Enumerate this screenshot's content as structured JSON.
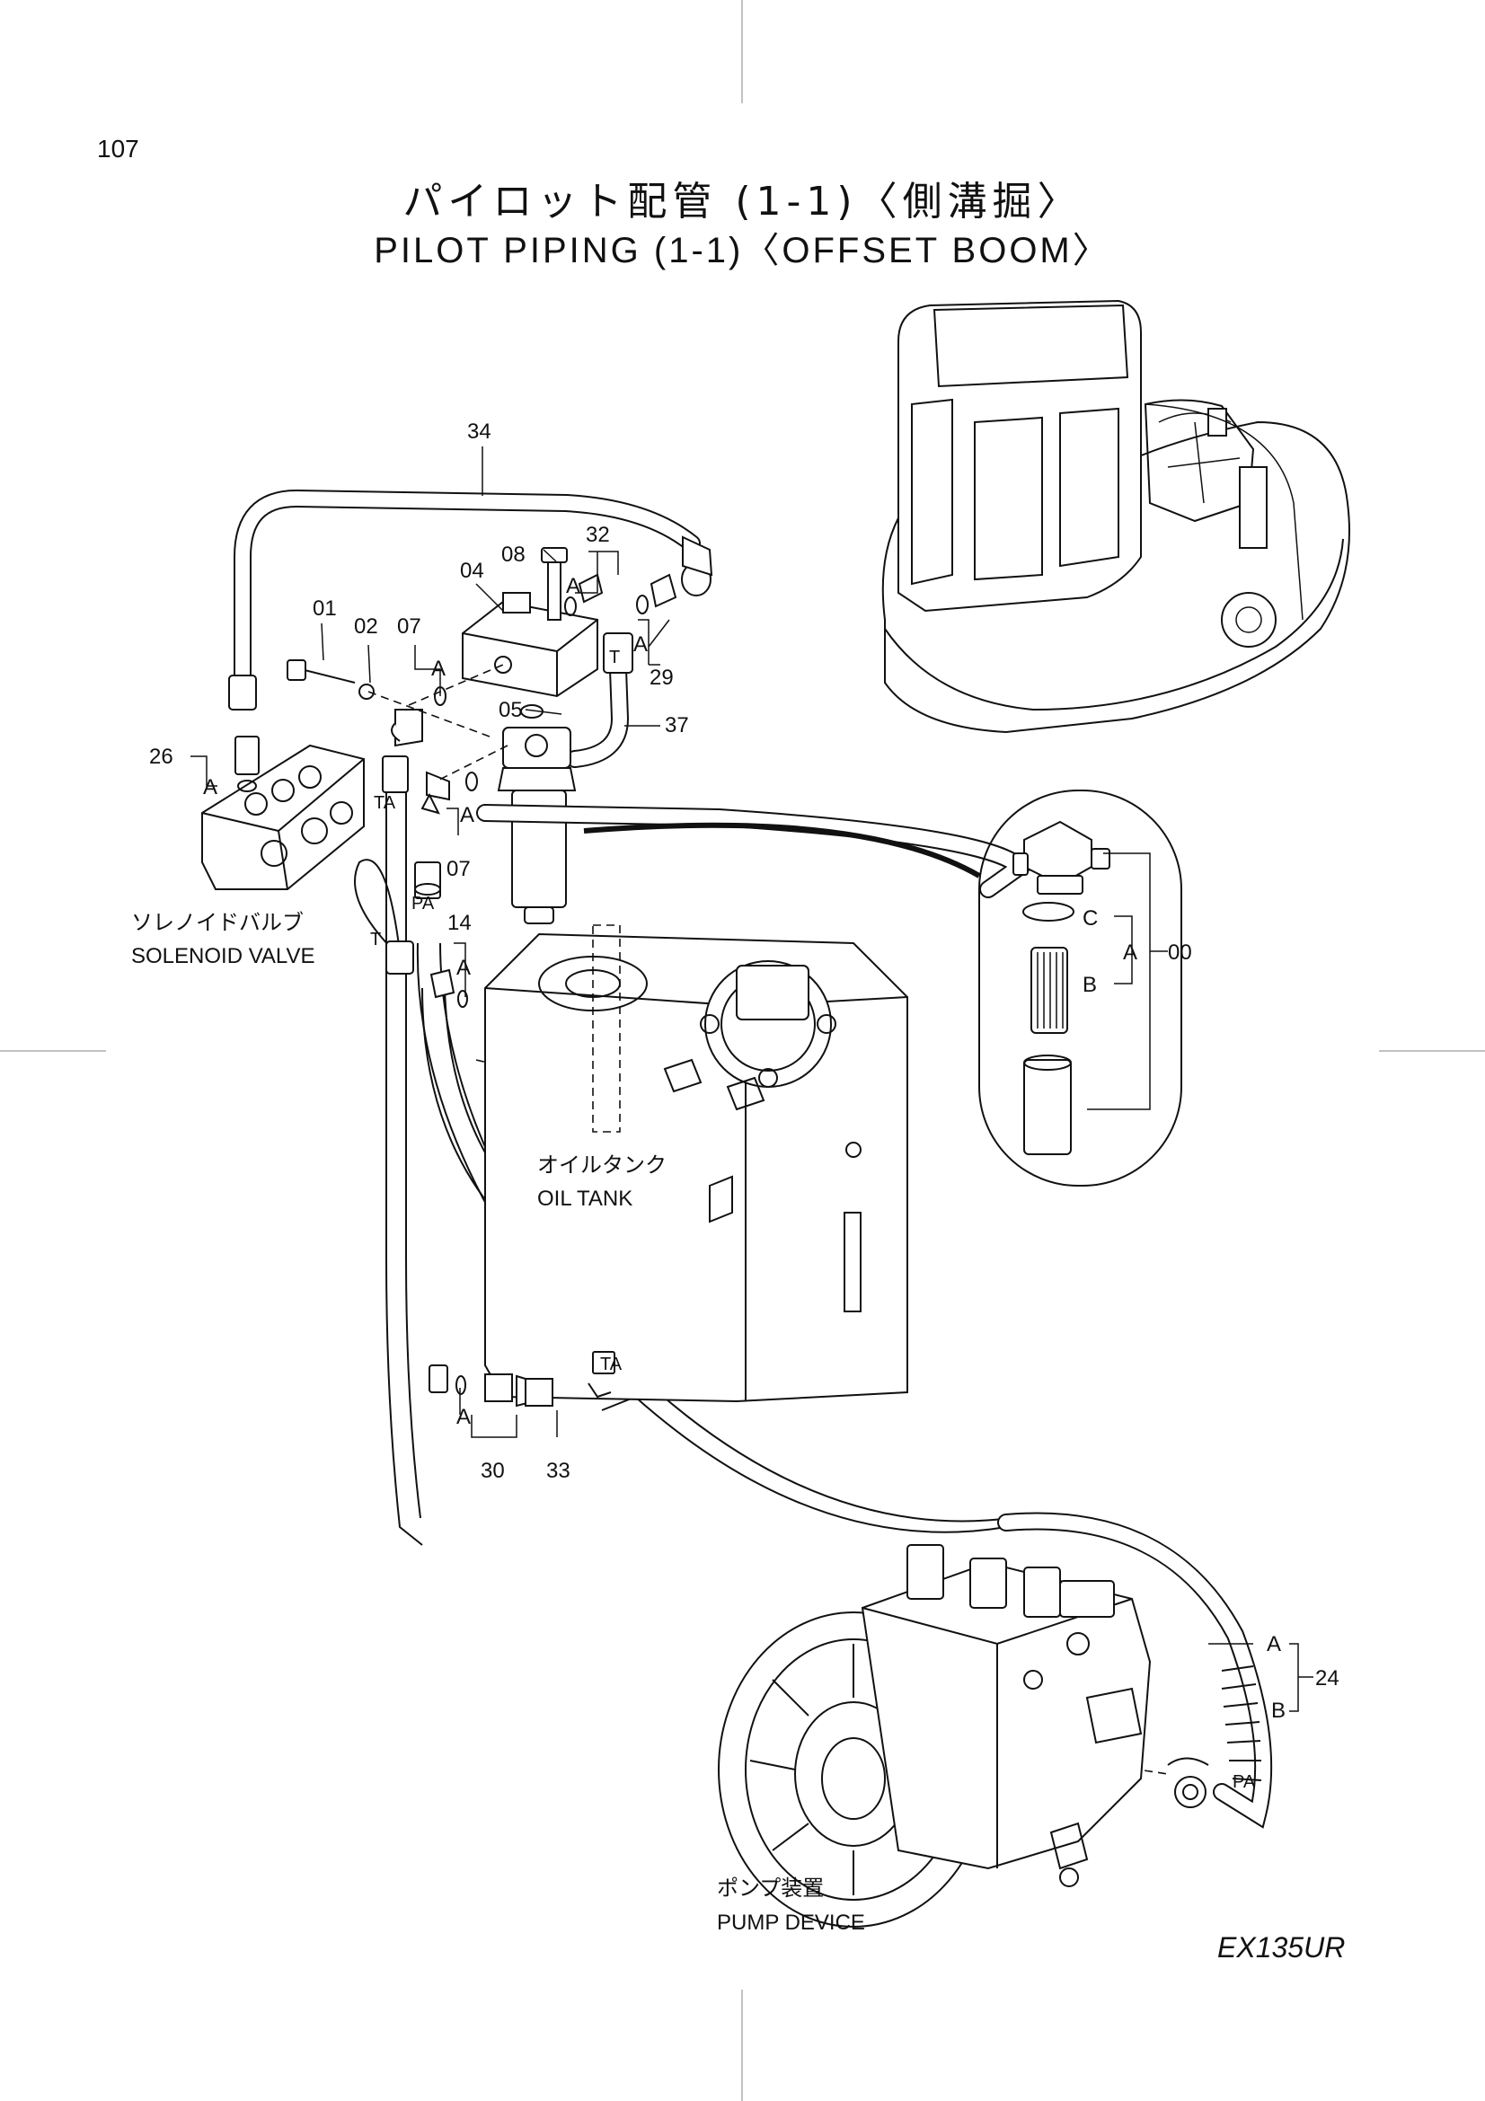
{
  "page": {
    "number": "107",
    "title_jp": "パイロット配管 (1-1)〈側溝掘〉",
    "title_en": "PILOT PIPING (1-1)〈OFFSET BOOM〉",
    "model": "EX135UR"
  },
  "components": {
    "solenoid_valve_jp": "ソレノイドバルブ",
    "solenoid_valve_en": "SOLENOID VALVE",
    "oil_tank_jp": "オイルタンク",
    "oil_tank_en": "OIL TANK",
    "pump_device_jp": "ポンプ装置",
    "pump_device_en": "PUMP DEVICE"
  },
  "callouts": {
    "c34": "34",
    "c08": "08",
    "c32": "32",
    "c04": "04",
    "c01": "01",
    "c02": "02",
    "c07a": "07",
    "c29": "29",
    "c05": "05",
    "c37": "37",
    "c26": "26",
    "c07b": "07",
    "c14": "14",
    "c00": "00",
    "c30": "30",
    "c33": "33",
    "c24": "24"
  },
  "ports": {
    "a1": "A",
    "a2": "A",
    "a3": "A",
    "a4": "A",
    "a5": "A",
    "a6": "A",
    "a7": "A",
    "a8": "A",
    "a9": "A",
    "b1": "B",
    "b2": "B",
    "c1": "C",
    "t1": "T",
    "t2": "T",
    "ta1": "TA",
    "ta2": "TA",
    "pa1": "PA",
    "pa2": "PA"
  }
}
